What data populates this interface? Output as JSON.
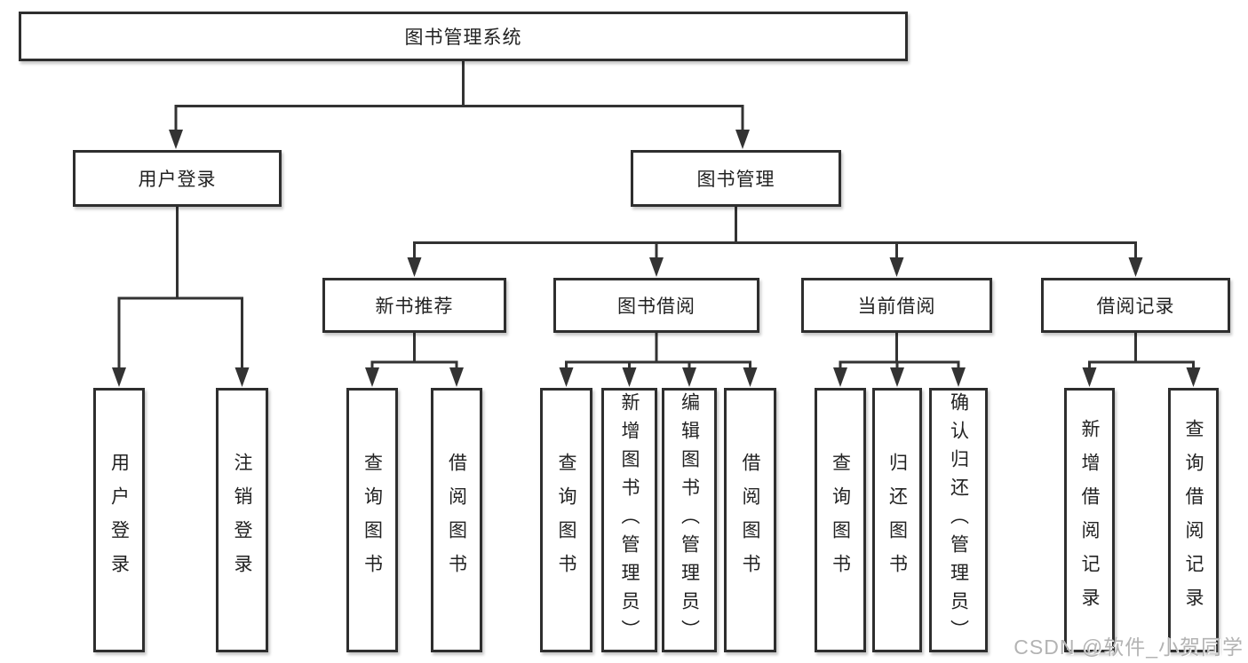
{
  "diagram": {
    "type": "hierarchy-tree",
    "title": "图书管理系统"
  },
  "colors": {
    "line": "#333333",
    "box_border": "#2e2e2e",
    "text": "#222222",
    "background": "#ffffff",
    "watermark": "#b3b3b3"
  },
  "watermark": {
    "text": "CSDN @软件_小贺同学"
  },
  "tree": {
    "root": {
      "label": "图书管理系统",
      "children": [
        {
          "label": "用户登录",
          "children": [
            {
              "label": "用户登录"
            },
            {
              "label": "注销登录"
            }
          ]
        },
        {
          "label": "图书管理",
          "children": [
            {
              "label": "新书推荐",
              "children": [
                {
                  "label": "查询图书"
                },
                {
                  "label": "借阅图书"
                }
              ]
            },
            {
              "label": "图书借阅",
              "children": [
                {
                  "label": "查询图书"
                },
                {
                  "label": "新增图书（管理员）"
                },
                {
                  "label": "编辑图书（管理员）"
                },
                {
                  "label": "借阅图书"
                }
              ]
            },
            {
              "label": "当前借阅",
              "children": [
                {
                  "label": "查询图书"
                },
                {
                  "label": "归还图书"
                },
                {
                  "label": "确认归还（管理员）"
                }
              ]
            },
            {
              "label": "借阅记录",
              "children": [
                {
                  "label": "新增借阅记录"
                },
                {
                  "label": "查询借阅记录"
                }
              ]
            }
          ]
        }
      ]
    }
  }
}
